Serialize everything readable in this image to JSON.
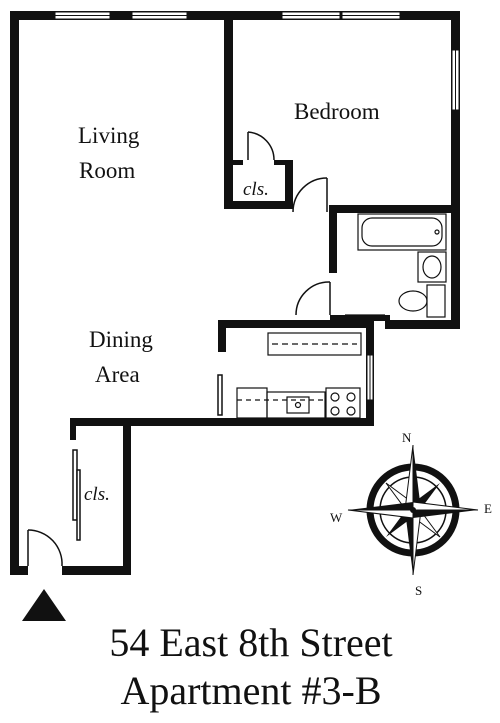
{
  "rooms": {
    "living_room_line1": "Living",
    "living_room_line2": "Room",
    "bedroom": "Bedroom",
    "bedroom_closet": "cls.",
    "dining_line1": "Dining",
    "dining_line2": "Area",
    "entry_closet": "cls."
  },
  "compass": {
    "north": "N",
    "south": "S",
    "east": "E",
    "west": "W"
  },
  "title": {
    "line1": "54 East 8th Street",
    "line2": "Apartment #3-B"
  }
}
